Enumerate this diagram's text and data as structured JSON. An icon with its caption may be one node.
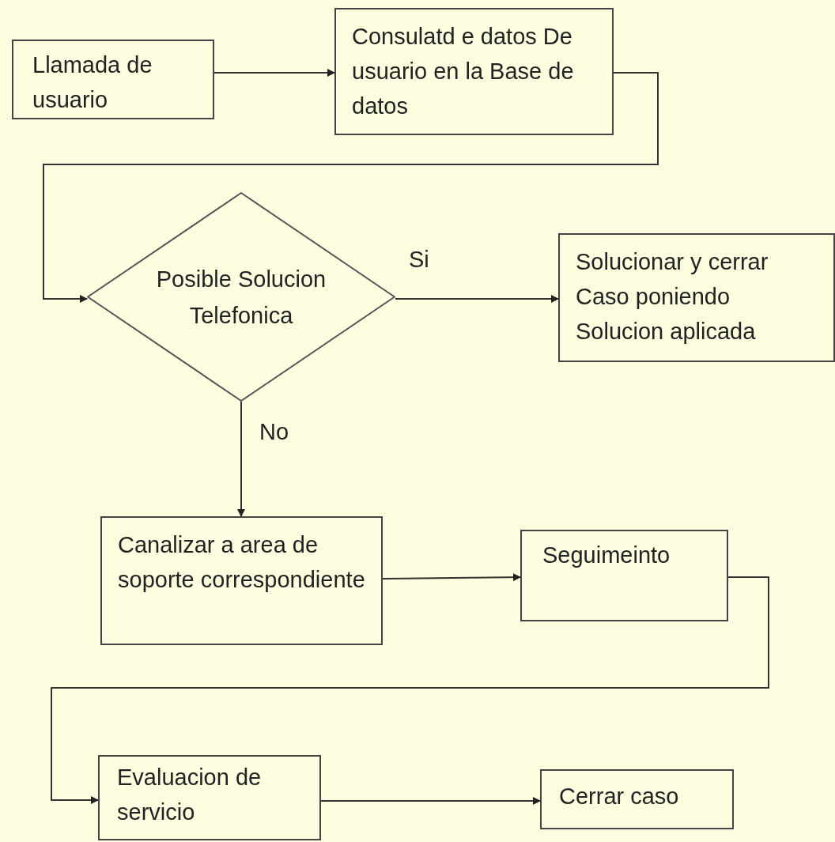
{
  "diagram": {
    "nodes": [
      {
        "text": [
          "Llamada de usuario"
        ]
      },
      {
        "text": [
          "Consulatd e datos De usuario en la Base de datos"
        ]
      },
      {
        "text": [
          "Posible Solucion Telefonica"
        ]
      },
      {
        "text": [
          "Solucionar y cerrar Caso poniendo Solucion aplicada"
        ]
      },
      {
        "text": [
          "Canalizar a area de soporte correspondiente"
        ]
      },
      {
        "text": [
          "Seguimeinto"
        ]
      },
      {
        "text": [
          "Evaluacion de servicio"
        ]
      },
      {
        "text": [
          "Cerrar caso"
        ]
      }
    ],
    "edges": [
      {
        "from": 0,
        "to": 1,
        "arrow": "to"
      },
      {
        "from": 1,
        "to": 2,
        "arrow": "to"
      },
      {
        "from": 2,
        "to": 3,
        "arrow": "to",
        "label": "Si"
      },
      {
        "from": 2,
        "to": 4,
        "arrow": "to",
        "label": "No"
      },
      {
        "from": 4,
        "to": 5,
        "arrow": "to"
      },
      {
        "from": 5,
        "to": 6,
        "arrow": "to"
      },
      {
        "from": 6,
        "to": 7,
        "arrow": "to"
      }
    ]
  }
}
